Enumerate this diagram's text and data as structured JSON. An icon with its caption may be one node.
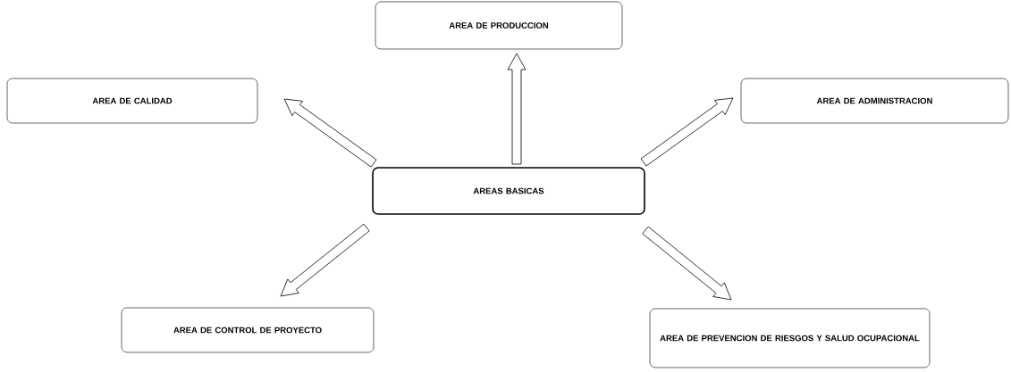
{
  "diagram": {
    "nodes": [
      {
        "text": [
          "AREA DE PRODUCCION"
        ]
      },
      {
        "text": [
          "AREA DE CALIDAD"
        ]
      },
      {
        "text": [
          "AREA DE ADMINISTRACION"
        ]
      },
      {
        "text": [
          "AREAS  BASICAS"
        ]
      },
      {
        "text": [
          "AREA DE CONTROL DE PROYECTO"
        ]
      },
      {
        "text": [
          "AREA DE PREVENCION DE RIESGOS Y SALUD OCUPACIONAL"
        ]
      }
    ],
    "edges": [
      {
        "from": 3,
        "to": 0,
        "arrow": "to"
      },
      {
        "from": 3,
        "to": 1,
        "arrow": "to"
      },
      {
        "from": 3,
        "to": 2,
        "arrow": "to"
      },
      {
        "from": 3,
        "to": 4,
        "arrow": "to"
      },
      {
        "from": 3,
        "to": 5,
        "arrow": "to"
      }
    ]
  }
}
